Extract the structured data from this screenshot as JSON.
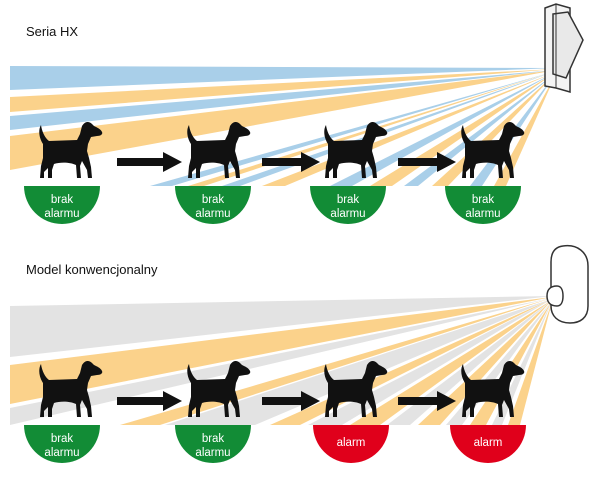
{
  "colors": {
    "blue_beam": "#a9cfe9",
    "orange_beam": "#fbd28b",
    "grey_beam": "#e3e3e3",
    "no_alarm": "#128c36",
    "alarm": "#e0001b",
    "dog": "#111111",
    "arrow": "#111111",
    "sensor_outline": "#333333"
  },
  "panels": [
    {
      "title": "Seria HX",
      "sensor": "rectangular-wall-sensor-icon",
      "states": [
        {
          "label_line1": "brak",
          "label_line2": "alarmu",
          "status": "no_alarm"
        },
        {
          "label_line1": "brak",
          "label_line2": "alarmu",
          "status": "no_alarm"
        },
        {
          "label_line1": "brak",
          "label_line2": "alarmu",
          "status": "no_alarm"
        },
        {
          "label_line1": "brak",
          "label_line2": "alarmu",
          "status": "no_alarm"
        }
      ]
    },
    {
      "title": "Model konwencjonalny",
      "sensor": "oval-wall-sensor-icon",
      "states": [
        {
          "label_line1": "brak",
          "label_line2": "alarmu",
          "status": "no_alarm"
        },
        {
          "label_line1": "brak",
          "label_line2": "alarmu",
          "status": "no_alarm"
        },
        {
          "label_line1": "alarm",
          "label_line2": "",
          "status": "alarm"
        },
        {
          "label_line1": "alarm",
          "label_line2": "",
          "status": "alarm"
        }
      ]
    }
  ]
}
